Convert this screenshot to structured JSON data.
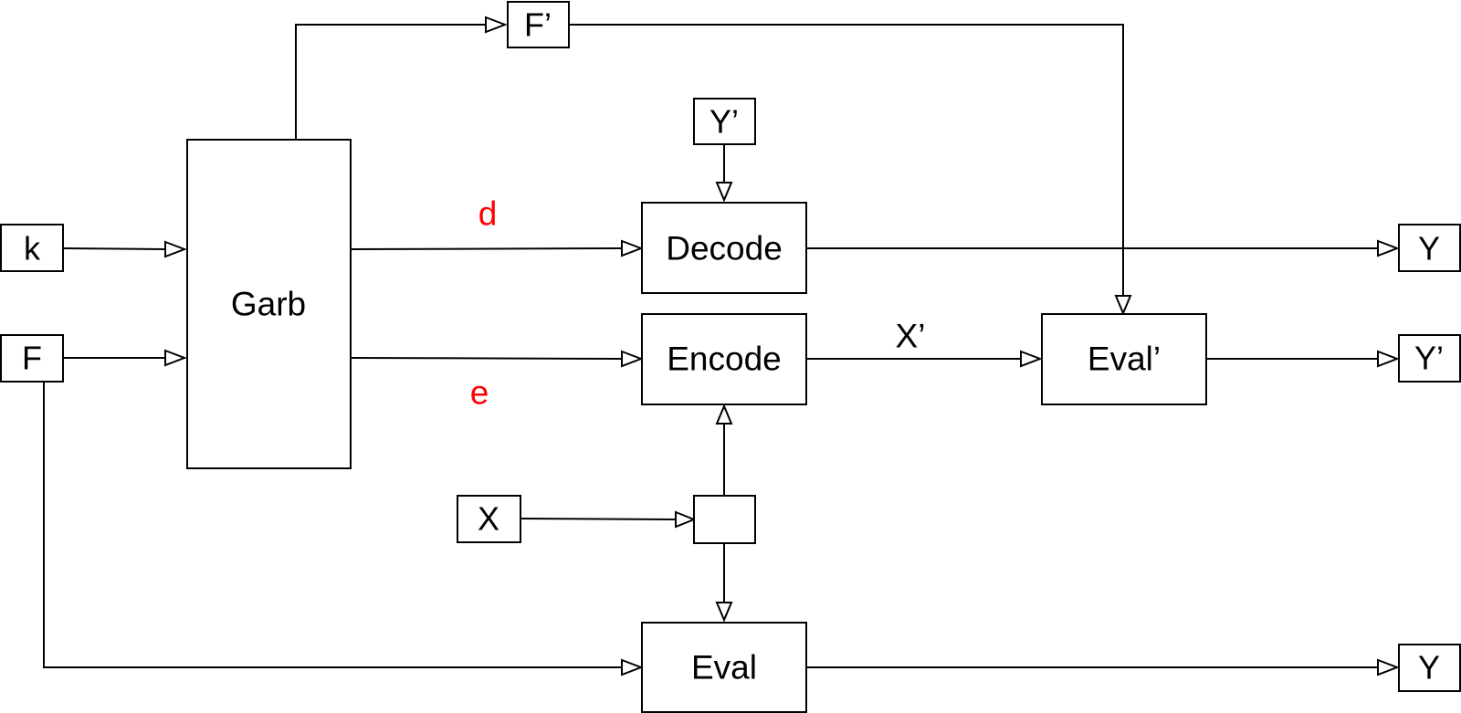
{
  "nodes": {
    "k": "k",
    "f": "F",
    "garb": "Garb",
    "f_prime": "F’",
    "y_prime_in": "Y’",
    "decode": "Decode",
    "encode": "Encode",
    "eval_prime": "Eval’",
    "x": "X",
    "junction": "",
    "eval": "Eval",
    "y_top": "Y",
    "y_prime_out": "Y’",
    "y_bottom": "Y"
  },
  "edge_labels": {
    "d": "d",
    "e": "e",
    "x_prime": "X’"
  },
  "colors": {
    "line": "#000000",
    "box_fill": "#ffffff",
    "highlight_label": "#ff0000"
  }
}
